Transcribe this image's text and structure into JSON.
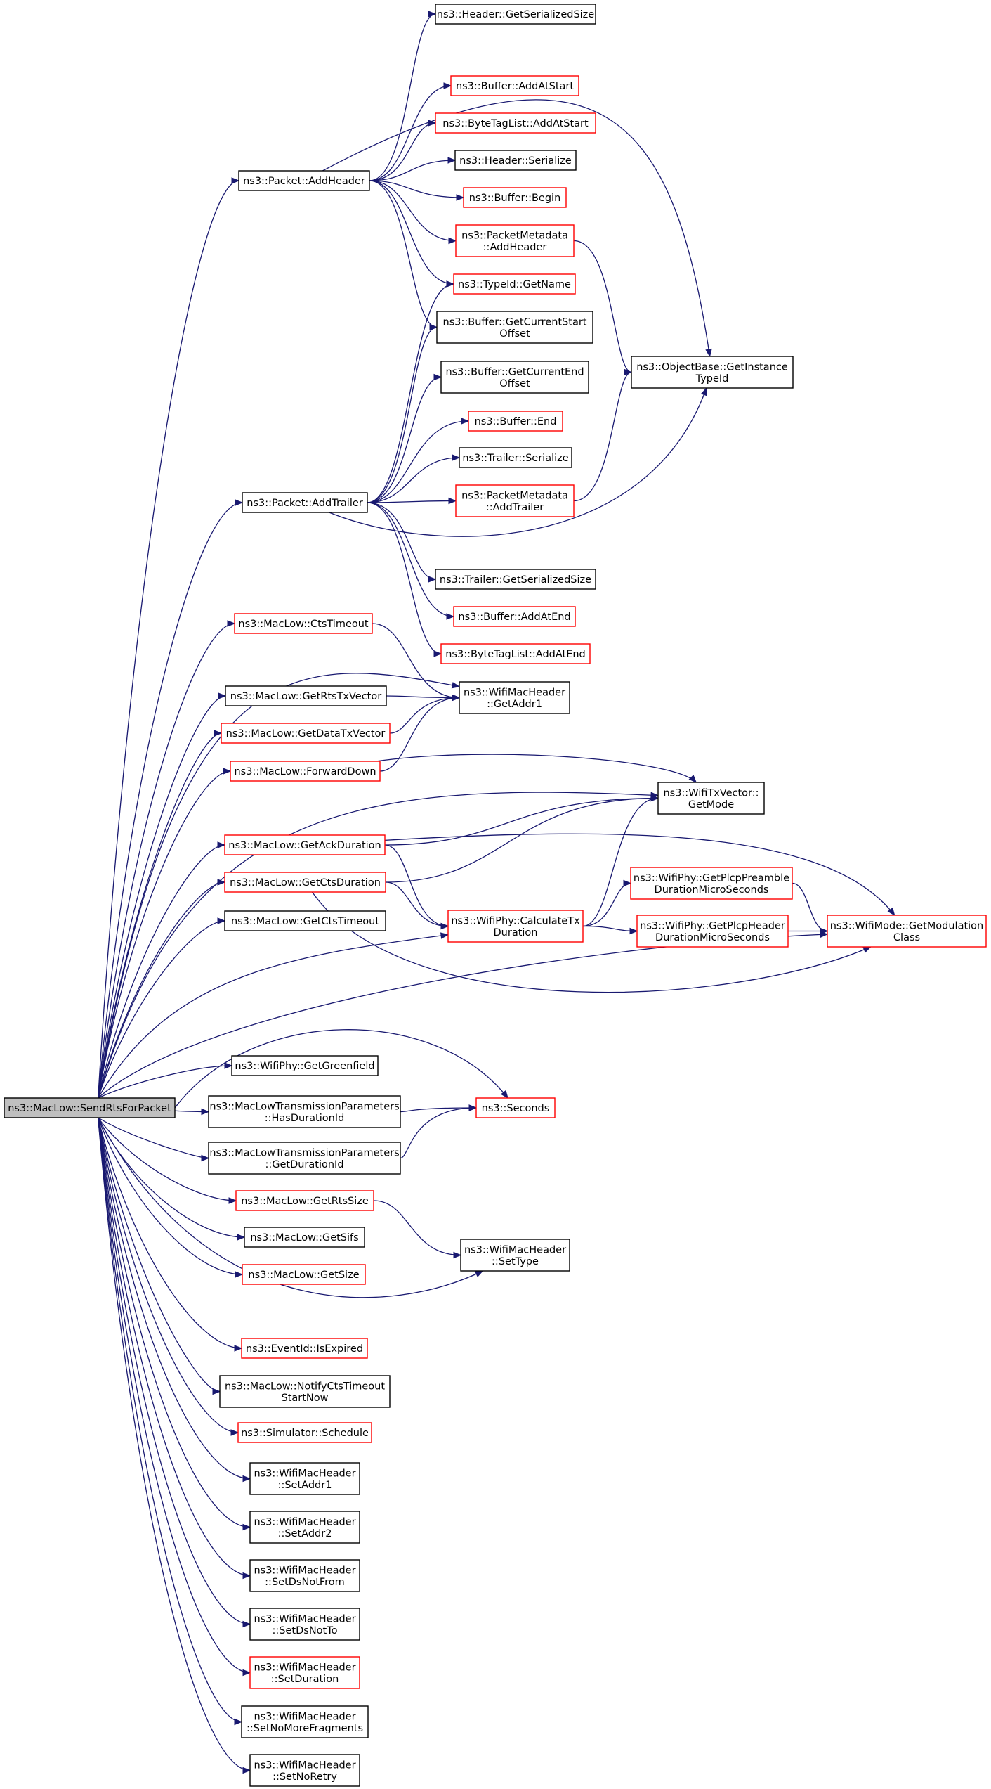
{
  "colors": {
    "edge": "#191970",
    "documented_border": "#000000",
    "undocumented_border": "#ff0000",
    "root_fill": "#bfbfbf"
  },
  "nodes": [
    {
      "id": "root",
      "lines": [
        "ns3::MacLow::SendRtsForPacket"
      ],
      "border": "black",
      "root": true
    },
    {
      "id": "hdr_getsersize",
      "lines": [
        "ns3::Header::GetSerializedSize"
      ],
      "border": "black"
    },
    {
      "id": "buf_addatstart",
      "lines": [
        "ns3::Buffer::AddAtStart"
      ],
      "border": "red"
    },
    {
      "id": "btl_addatstart",
      "lines": [
        "ns3::ByteTagList::AddAtStart"
      ],
      "border": "red"
    },
    {
      "id": "hdr_serialize",
      "lines": [
        "ns3::Header::Serialize"
      ],
      "border": "black"
    },
    {
      "id": "pkt_addheader",
      "lines": [
        "ns3::Packet::AddHeader"
      ],
      "border": "black"
    },
    {
      "id": "buf_begin",
      "lines": [
        "ns3::Buffer::Begin"
      ],
      "border": "red"
    },
    {
      "id": "pm_addheader",
      "lines": [
        "ns3::PacketMetadata",
        "::AddHeader"
      ],
      "border": "red"
    },
    {
      "id": "typeid_getname",
      "lines": [
        "ns3::TypeId::GetName"
      ],
      "border": "red"
    },
    {
      "id": "buf_getcurstart",
      "lines": [
        "ns3::Buffer::GetCurrentStart",
        "Offset"
      ],
      "border": "black"
    },
    {
      "id": "ob_getinstance",
      "lines": [
        "ns3::ObjectBase::GetInstance",
        "TypeId"
      ],
      "border": "black"
    },
    {
      "id": "buf_getcurend",
      "lines": [
        "ns3::Buffer::GetCurrentEnd",
        "Offset"
      ],
      "border": "black"
    },
    {
      "id": "buf_end",
      "lines": [
        "ns3::Buffer::End"
      ],
      "border": "red"
    },
    {
      "id": "trl_serialize",
      "lines": [
        "ns3::Trailer::Serialize"
      ],
      "border": "black"
    },
    {
      "id": "pkt_addtrailer",
      "lines": [
        "ns3::Packet::AddTrailer"
      ],
      "border": "black"
    },
    {
      "id": "pm_addtrailer",
      "lines": [
        "ns3::PacketMetadata",
        "::AddTrailer"
      ],
      "border": "red"
    },
    {
      "id": "trl_getsersize",
      "lines": [
        "ns3::Trailer::GetSerializedSize"
      ],
      "border": "black"
    },
    {
      "id": "buf_addatend",
      "lines": [
        "ns3::Buffer::AddAtEnd"
      ],
      "border": "red"
    },
    {
      "id": "btl_addatend",
      "lines": [
        "ns3::ByteTagList::AddAtEnd"
      ],
      "border": "red"
    },
    {
      "id": "ml_ctstimeout",
      "lines": [
        "ns3::MacLow::CtsTimeout"
      ],
      "border": "red"
    },
    {
      "id": "ml_getrtstxvector",
      "lines": [
        "ns3::MacLow::GetRtsTxVector"
      ],
      "border": "black"
    },
    {
      "id": "wmh_getaddr1",
      "lines": [
        "ns3::WifiMacHeader",
        "::GetAddr1"
      ],
      "border": "black"
    },
    {
      "id": "ml_getdatatxvector",
      "lines": [
        "ns3::MacLow::GetDataTxVector"
      ],
      "border": "red"
    },
    {
      "id": "ml_forwarddown",
      "lines": [
        "ns3::MacLow::ForwardDown"
      ],
      "border": "red"
    },
    {
      "id": "wtv_getmode",
      "lines": [
        "ns3::WifiTxVector::",
        "GetMode"
      ],
      "border": "black"
    },
    {
      "id": "ml_getackduration",
      "lines": [
        "ns3::MacLow::GetAckDuration"
      ],
      "border": "red"
    },
    {
      "id": "wphy_getpreamble",
      "lines": [
        "ns3::WifiPhy::GetPlcpPreamble",
        "DurationMicroSeconds"
      ],
      "border": "red"
    },
    {
      "id": "ml_getctsduration",
      "lines": [
        "ns3::MacLow::GetCtsDuration"
      ],
      "border": "red"
    },
    {
      "id": "wphy_calctx",
      "lines": [
        "ns3::WifiPhy::CalculateTx",
        "Duration"
      ],
      "border": "red"
    },
    {
      "id": "wphy_getheader",
      "lines": [
        "ns3::WifiPhy::GetPlcpHeader",
        "DurationMicroSeconds"
      ],
      "border": "red"
    },
    {
      "id": "wm_getmodclass",
      "lines": [
        "ns3::WifiMode::GetModulation",
        "Class"
      ],
      "border": "red"
    },
    {
      "id": "ml_getctstimeout",
      "lines": [
        "ns3::MacLow::GetCtsTimeout"
      ],
      "border": "black"
    },
    {
      "id": "wphy_getgreenfield",
      "lines": [
        "ns3::WifiPhy::GetGreenfield"
      ],
      "border": "black"
    },
    {
      "id": "mltp_hasdurationid",
      "lines": [
        "ns3::MacLowTransmissionParameters",
        "::HasDurationId"
      ],
      "border": "black"
    },
    {
      "id": "seconds",
      "lines": [
        "ns3::Seconds"
      ],
      "border": "red"
    },
    {
      "id": "mltp_getdurationid",
      "lines": [
        "ns3::MacLowTransmissionParameters",
        "::GetDurationId"
      ],
      "border": "black"
    },
    {
      "id": "ml_getrtssize",
      "lines": [
        "ns3::MacLow::GetRtsSize"
      ],
      "border": "red"
    },
    {
      "id": "ml_getsifs",
      "lines": [
        "ns3::MacLow::GetSifs"
      ],
      "border": "black"
    },
    {
      "id": "wmh_settype",
      "lines": [
        "ns3::WifiMacHeader",
        "::SetType"
      ],
      "border": "black"
    },
    {
      "id": "ml_getsize",
      "lines": [
        "ns3::MacLow::GetSize"
      ],
      "border": "red"
    },
    {
      "id": "eid_isexpired",
      "lines": [
        "ns3::EventId::IsExpired"
      ],
      "border": "red"
    },
    {
      "id": "ml_notifycts",
      "lines": [
        "ns3::MacLow::NotifyCtsTimeout",
        "StartNow"
      ],
      "border": "black"
    },
    {
      "id": "sim_schedule",
      "lines": [
        "ns3::Simulator::Schedule"
      ],
      "border": "red"
    },
    {
      "id": "wmh_setaddr1",
      "lines": [
        "ns3::WifiMacHeader",
        "::SetAddr1"
      ],
      "border": "black"
    },
    {
      "id": "wmh_setaddr2",
      "lines": [
        "ns3::WifiMacHeader",
        "::SetAddr2"
      ],
      "border": "black"
    },
    {
      "id": "wmh_setdsnotfrom",
      "lines": [
        "ns3::WifiMacHeader",
        "::SetDsNotFrom"
      ],
      "border": "black"
    },
    {
      "id": "wmh_setdsnotto",
      "lines": [
        "ns3::WifiMacHeader",
        "::SetDsNotTo"
      ],
      "border": "black"
    },
    {
      "id": "wmh_setduration",
      "lines": [
        "ns3::WifiMacHeader",
        "::SetDuration"
      ],
      "border": "red"
    },
    {
      "id": "wmh_setnomorefrag",
      "lines": [
        "ns3::WifiMacHeader",
        "::SetNoMoreFragments"
      ],
      "border": "black"
    },
    {
      "id": "wmh_setnoretry",
      "lines": [
        "ns3::WifiMacHeader",
        "::SetNoRetry"
      ],
      "border": "black"
    }
  ],
  "edges": [
    [
      "root",
      "pkt_addheader"
    ],
    [
      "root",
      "pkt_addtrailer"
    ],
    [
      "root",
      "ml_ctstimeout"
    ],
    [
      "root",
      "wmh_getaddr1"
    ],
    [
      "root",
      "ml_getrtstxvector"
    ],
    [
      "root",
      "ml_getdatatxvector"
    ],
    [
      "root",
      "ml_forwarddown"
    ],
    [
      "root",
      "wtv_getmode"
    ],
    [
      "root",
      "ml_getackduration"
    ],
    [
      "root",
      "ml_getctsduration"
    ],
    [
      "root",
      "ml_getctstimeout"
    ],
    [
      "root",
      "wphy_calctx"
    ],
    [
      "root",
      "wm_getmodclass"
    ],
    [
      "root",
      "seconds"
    ],
    [
      "root",
      "wphy_getgreenfield"
    ],
    [
      "root",
      "mltp_hasdurationid"
    ],
    [
      "root",
      "mltp_getdurationid"
    ],
    [
      "root",
      "ml_getrtssize"
    ],
    [
      "root",
      "ml_getsifs"
    ],
    [
      "root",
      "ml_getsize"
    ],
    [
      "root",
      "wmh_settype"
    ],
    [
      "root",
      "eid_isexpired"
    ],
    [
      "root",
      "ml_notifycts"
    ],
    [
      "root",
      "sim_schedule"
    ],
    [
      "root",
      "wmh_setaddr1"
    ],
    [
      "root",
      "wmh_setaddr2"
    ],
    [
      "root",
      "wmh_setdsnotfrom"
    ],
    [
      "root",
      "wmh_setdsnotto"
    ],
    [
      "root",
      "wmh_setduration"
    ],
    [
      "root",
      "wmh_setnomorefrag"
    ],
    [
      "root",
      "wmh_setnoretry"
    ],
    [
      "pkt_addheader",
      "hdr_getsersize"
    ],
    [
      "pkt_addheader",
      "ob_getinstance"
    ],
    [
      "pkt_addheader",
      "buf_addatstart"
    ],
    [
      "pkt_addheader",
      "btl_addatstart"
    ],
    [
      "pkt_addheader",
      "hdr_serialize"
    ],
    [
      "pkt_addheader",
      "buf_begin"
    ],
    [
      "pkt_addheader",
      "pm_addheader"
    ],
    [
      "pkt_addheader",
      "typeid_getname"
    ],
    [
      "pkt_addheader",
      "buf_getcurstart"
    ],
    [
      "pm_addheader",
      "ob_getinstance"
    ],
    [
      "pkt_addtrailer",
      "typeid_getname"
    ],
    [
      "pkt_addtrailer",
      "buf_getcurstart"
    ],
    [
      "pkt_addtrailer",
      "buf_getcurend"
    ],
    [
      "pkt_addtrailer",
      "buf_end"
    ],
    [
      "pkt_addtrailer",
      "trl_serialize"
    ],
    [
      "pkt_addtrailer",
      "pm_addtrailer"
    ],
    [
      "pkt_addtrailer",
      "ob_getinstance"
    ],
    [
      "pkt_addtrailer",
      "trl_getsersize"
    ],
    [
      "pkt_addtrailer",
      "buf_addatend"
    ],
    [
      "pkt_addtrailer",
      "btl_addatend"
    ],
    [
      "pm_addtrailer",
      "ob_getinstance"
    ],
    [
      "ml_ctstimeout",
      "wmh_getaddr1"
    ],
    [
      "ml_getrtstxvector",
      "wmh_getaddr1"
    ],
    [
      "ml_getdatatxvector",
      "wmh_getaddr1"
    ],
    [
      "ml_forwarddown",
      "wmh_getaddr1"
    ],
    [
      "ml_forwarddown",
      "wtv_getmode"
    ],
    [
      "ml_getackduration",
      "wtv_getmode"
    ],
    [
      "ml_getackduration",
      "wphy_calctx"
    ],
    [
      "ml_getackduration",
      "wm_getmodclass"
    ],
    [
      "ml_getctsduration",
      "wtv_getmode"
    ],
    [
      "ml_getctsduration",
      "wphy_calctx"
    ],
    [
      "ml_getctsduration",
      "wm_getmodclass"
    ],
    [
      "wphy_calctx",
      "wtv_getmode"
    ],
    [
      "wphy_calctx",
      "wphy_getpreamble"
    ],
    [
      "wphy_calctx",
      "wphy_getheader"
    ],
    [
      "wphy_getpreamble",
      "wm_getmodclass"
    ],
    [
      "wphy_getheader",
      "wm_getmodclass"
    ],
    [
      "mltp_hasdurationid",
      "seconds"
    ],
    [
      "mltp_getdurationid",
      "seconds"
    ],
    [
      "ml_getrtssize",
      "wmh_settype"
    ]
  ]
}
